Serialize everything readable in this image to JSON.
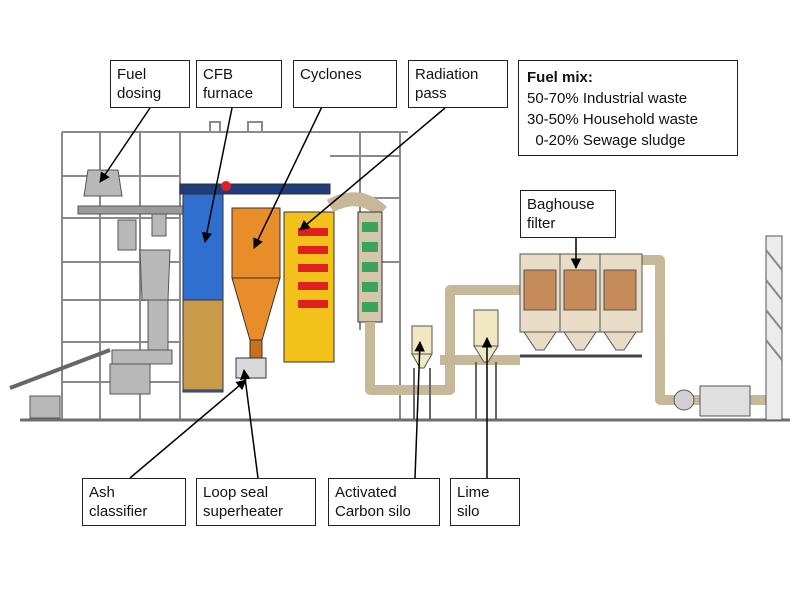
{
  "labels": {
    "fuel_dosing": [
      "Fuel",
      "dosing"
    ],
    "cfb_furnace": [
      "CFB",
      "furnace"
    ],
    "cyclones": [
      "Cyclones"
    ],
    "radiation_pass": [
      "Radiation",
      "pass"
    ],
    "baghouse_filter": [
      "Baghouse",
      "filter"
    ],
    "ash_classifier": [
      "Ash",
      "classifier"
    ],
    "loop_seal_superheater": [
      "Loop seal",
      "superheater"
    ],
    "activated_carbon_silo": [
      "Activated",
      "Carbon silo"
    ],
    "lime_silo": [
      "Lime",
      "silo"
    ]
  },
  "fuel_mix": {
    "title": "Fuel mix:",
    "lines": [
      "50-70% Industrial waste",
      "30-50% Household waste",
      "  0-20% Sewage sludge"
    ]
  },
  "colors": {
    "furnace_blue": "#2f6fcf",
    "cyclone_orange": "#e98c2a",
    "radiation_yellow": "#f2c21b",
    "tube_red": "#e02020",
    "economizer_green": "#3aa35a",
    "duct_tan": "#e9dcc7",
    "steel_gray": "#8a8a8a"
  }
}
